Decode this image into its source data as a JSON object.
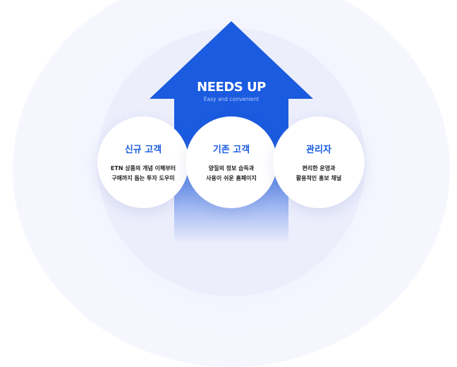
{
  "title": "NEEDS UP",
  "subtitle": "Easy and convenient",
  "colors": {
    "arrow": "#1a5be0",
    "accent": "#1a5be0"
  },
  "groups": [
    {
      "title": "신규 고객",
      "lines": [
        "ETN 상품의 개념 이해부터",
        "구매까지 돕는 투자 도우미"
      ]
    },
    {
      "title": "기존 고객",
      "lines": [
        "양질의 정보 습득과",
        "사용이 쉬운 홈페이지"
      ]
    },
    {
      "title": "관리자",
      "lines": [
        "편리한 운영과",
        "활용적인 홍보 채널"
      ]
    }
  ]
}
